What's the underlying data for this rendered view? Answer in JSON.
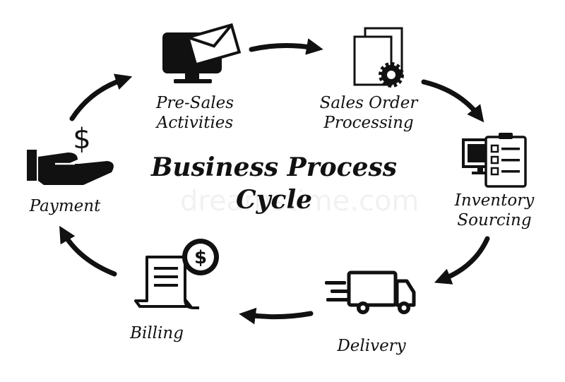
{
  "title": {
    "line1": "Business Process",
    "line2": "Cycle"
  },
  "steps": [
    {
      "line1": "Pre-Sales",
      "line2": "Activities",
      "icon": "monitor-envelope-icon"
    },
    {
      "line1": "Sales Order",
      "line2": "Processing",
      "icon": "documents-gear-icon"
    },
    {
      "line1": "Inventory",
      "line2": "Sourcing",
      "icon": "monitor-checklist-icon"
    },
    {
      "line1": "Delivery",
      "line2": "",
      "icon": "delivery-truck-icon"
    },
    {
      "line1": "Billing",
      "line2": "",
      "icon": "receipt-dollar-icon"
    },
    {
      "line1": "Payment",
      "line2": "",
      "icon": "hand-dollar-icon"
    }
  ],
  "symbols": {
    "dollar": "$"
  },
  "watermark": "dreamstime.com"
}
